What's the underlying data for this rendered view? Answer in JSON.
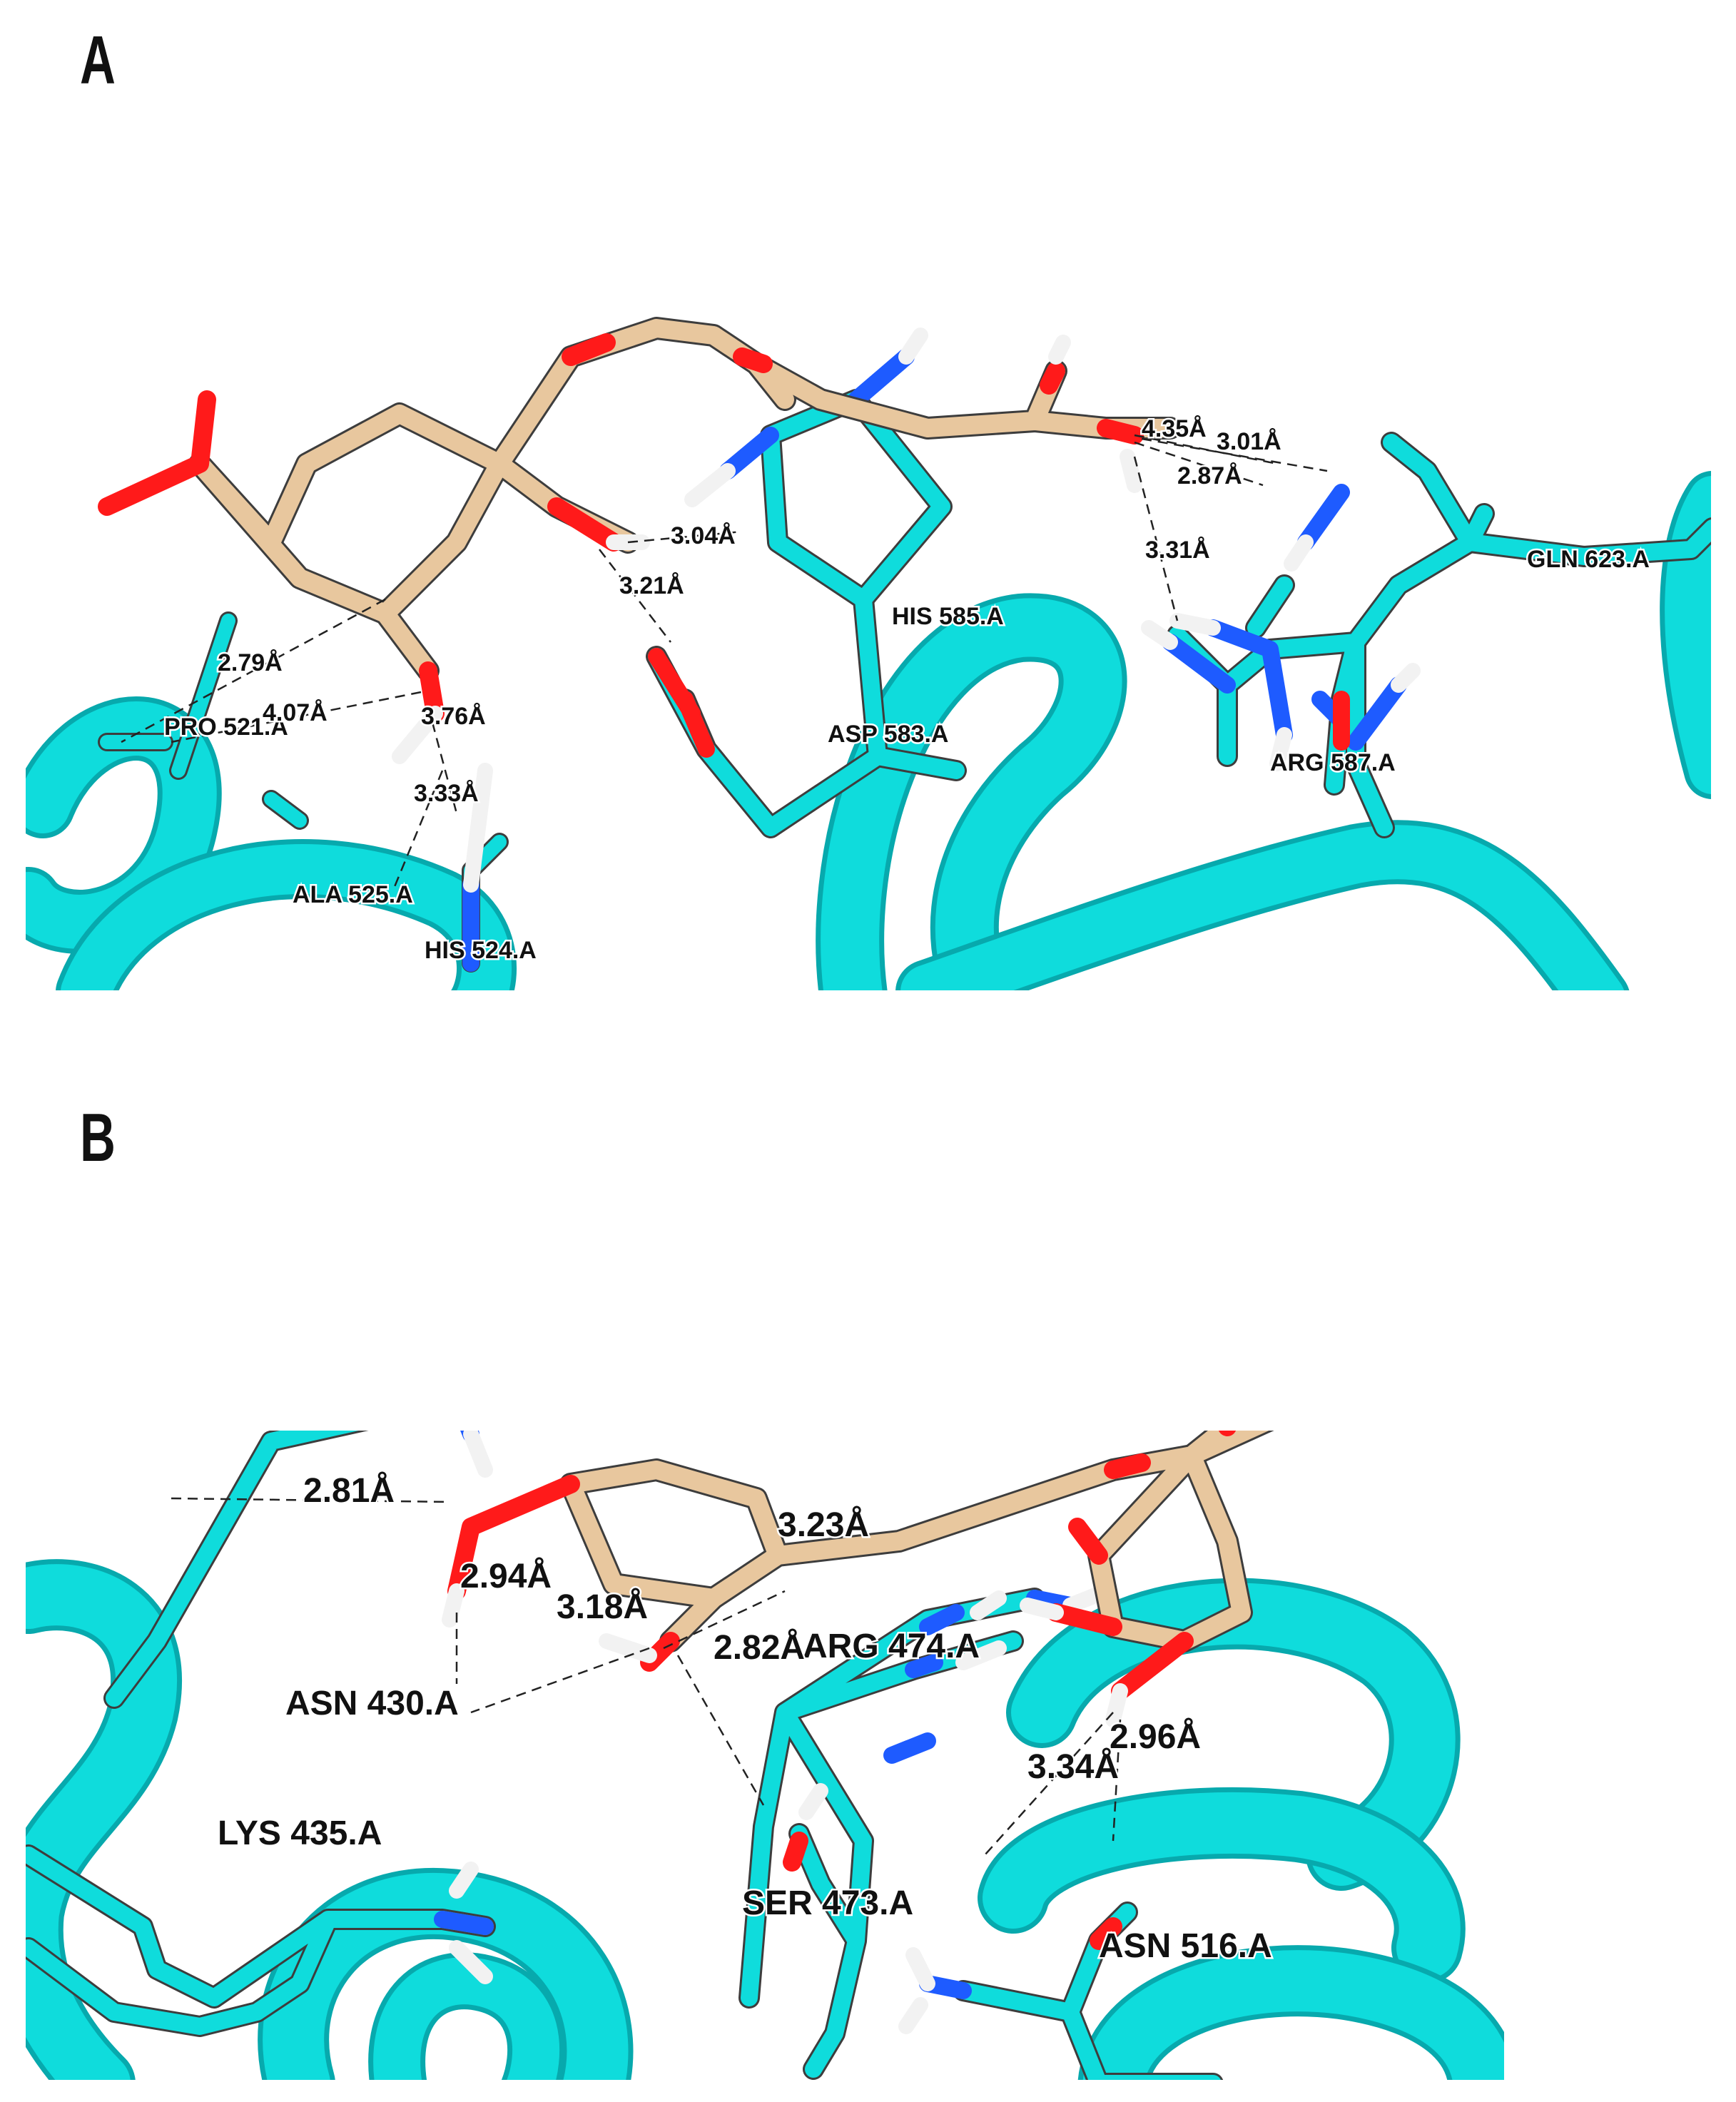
{
  "panels": [
    {
      "letter": "A",
      "residues": [
        "GLN 623.A",
        "HIS 585.A",
        "PRO 521.A",
        "ASP 583.A",
        "ARG 587.A",
        "ALA 525.A",
        "HIS 524.A"
      ],
      "distances": [
        "4.35Å",
        "3.01Å",
        "2.87Å",
        "3.04Å",
        "3.31Å",
        "3.21Å",
        "2.79Å",
        "4.07Å",
        "3.76Å",
        "3.33Å"
      ]
    },
    {
      "letter": "B",
      "residues": [
        "ASN 430.A",
        "ARG 474.A",
        "LYS 435.A",
        "SER 473.A",
        "ASN 516.A"
      ],
      "distances": [
        "2.81Å",
        "3.23Å",
        "2.94Å",
        "3.18Å",
        "2.82Å",
        "2.96Å",
        "3.34Å"
      ]
    }
  ],
  "colors": {
    "protein": "#0fdcdc",
    "ligand_carbon": "#e8c79e",
    "oxygen": "#ff1a1a",
    "nitrogen": "#1e5bff",
    "hydrogen": "#f2f2f2",
    "background": "#ffffff"
  }
}
